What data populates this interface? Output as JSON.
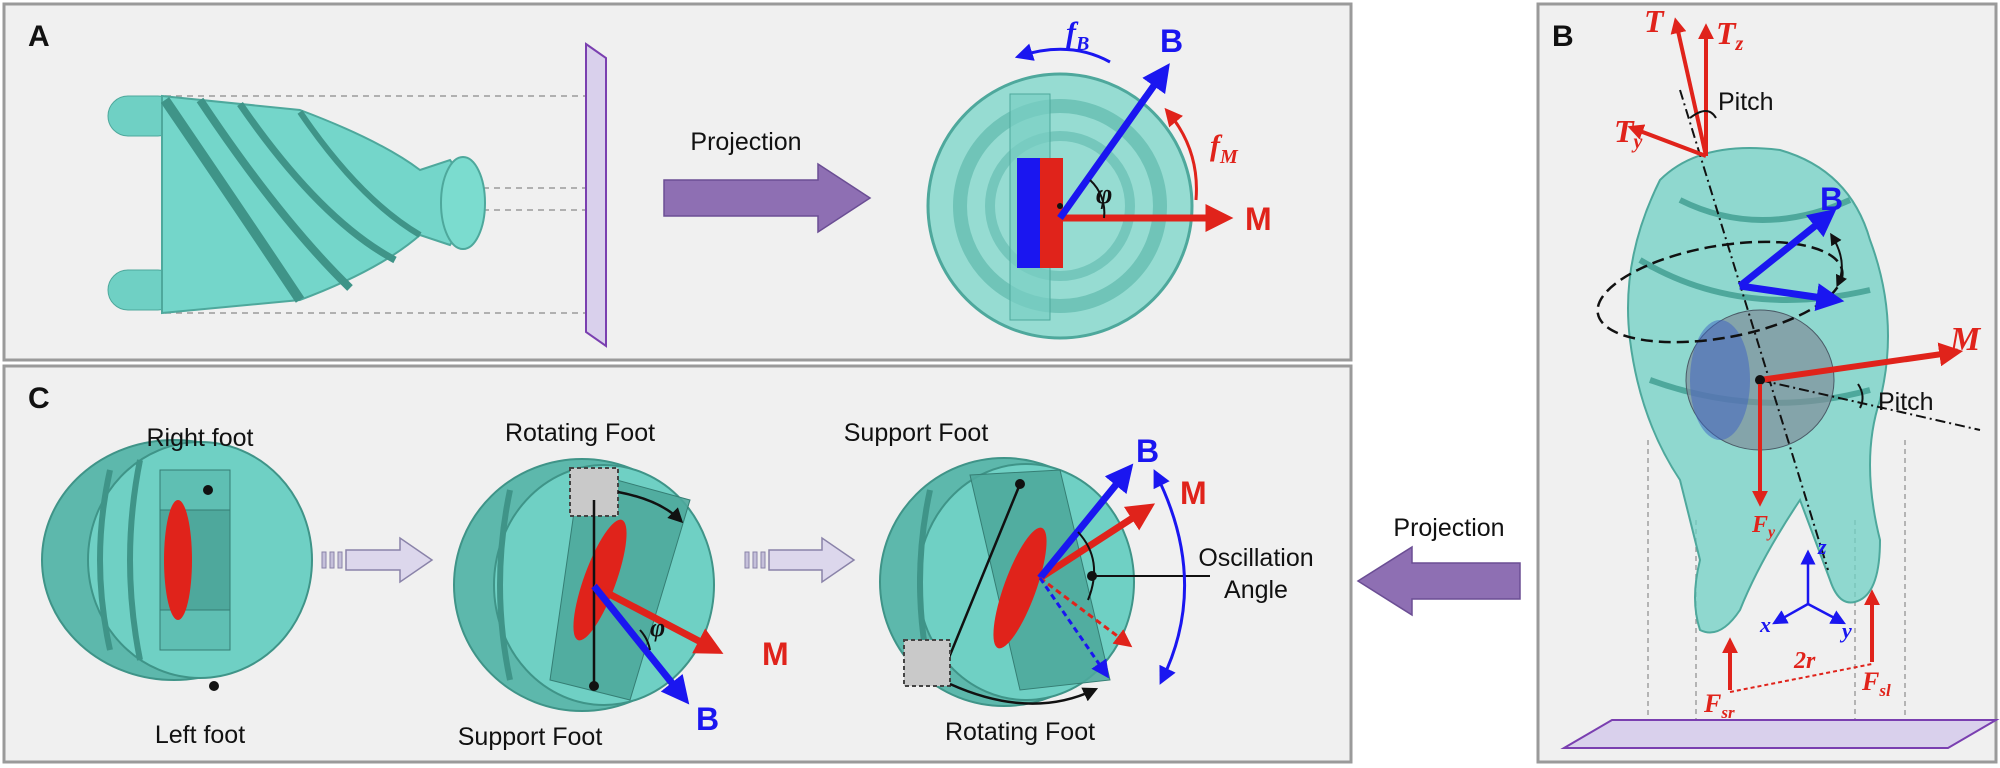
{
  "panels": {
    "a": {
      "letter": "A",
      "projection_label": "Projection",
      "labels": {
        "fB": "f",
        "fB_sub": "B",
        "fM": "f",
        "fM_sub": "M",
        "B": "B",
        "M": "M",
        "phi": "φ"
      }
    },
    "b": {
      "letter": "B",
      "labels": {
        "T": "T",
        "Tz": "T",
        "Tz_sub": "z",
        "Ty": "T",
        "Ty_sub": "y",
        "pitch_top": "Pitch",
        "pitch_mid": "Pitch",
        "B": "B",
        "M": "M",
        "Fy": "F",
        "Fy_sub": "y",
        "z": "z",
        "x": "x",
        "y": "y",
        "two_r": "2r",
        "Fsr": "F",
        "Fsr_sub": "sr",
        "Fsl": "F",
        "Fsl_sub": "sl"
      }
    },
    "c": {
      "letter": "C",
      "projection_label": "Projection",
      "stage1": {
        "top": "Right foot",
        "bottom": "Left foot"
      },
      "stage2": {
        "top": "Rotating Foot",
        "bottom": "Support Foot",
        "phi": "φ",
        "M": "M",
        "B": "B"
      },
      "stage3": {
        "top": "Support Foot",
        "bottom": "Rotating Foot",
        "B": "B",
        "M": "M",
        "osc_line1": "Oscillation",
        "osc_line2": "Angle"
      }
    }
  },
  "colors": {
    "panel_bg": "#f0f0f0",
    "panel_border": "#9a9a9a",
    "robot": "#6fd0c4",
    "robot_dark": "#4ea89c",
    "magnet_red": "#e0231b",
    "field_blue": "#1a16f0",
    "projection_arrow": "#8e6fb3",
    "plane": "#d9d0ec",
    "plane_edge": "#7a3fb0",
    "field_blue_curve": "#1a16f0"
  }
}
